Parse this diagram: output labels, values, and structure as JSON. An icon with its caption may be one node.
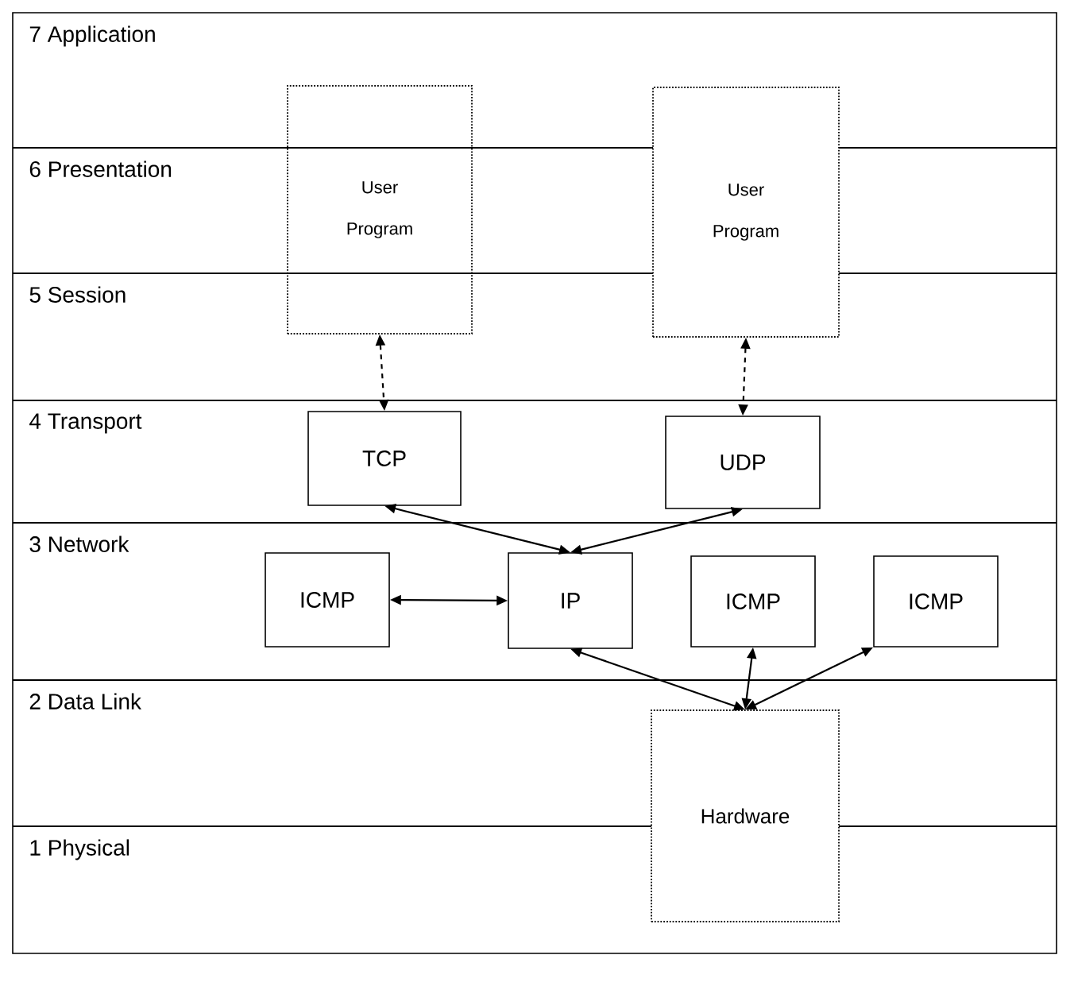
{
  "diagram": {
    "nodes": [
      {
        "text": [
          "User Program"
        ]
      },
      {
        "text": [
          "User Program"
        ]
      },
      {
        "text": [
          "TCP"
        ]
      },
      {
        "text": [
          "UDP"
        ]
      },
      {
        "text": [
          "ICMP"
        ]
      },
      {
        "text": [
          "IP"
        ]
      },
      {
        "text": [
          "ICMP"
        ]
      },
      {
        "text": [
          "ICMP"
        ]
      },
      {
        "text": [
          "Hardware"
        ]
      }
    ],
    "edges": [
      {
        "from": 0,
        "to": 2,
        "arrow": "both",
        "style": "dashed"
      },
      {
        "from": 1,
        "to": 3,
        "arrow": "both",
        "style": "dashed"
      },
      {
        "from": 2,
        "to": 5,
        "arrow": "both"
      },
      {
        "from": 3,
        "to": 5,
        "arrow": "both"
      },
      {
        "from": 4,
        "to": 5,
        "arrow": "both"
      },
      {
        "from": 5,
        "to": 8,
        "arrow": "both"
      },
      {
        "from": 6,
        "to": 8,
        "arrow": "both"
      },
      {
        "from": 7,
        "to": 8,
        "arrow": "both"
      }
    ],
    "labels": [
      "7 Application",
      "6 Presentation",
      "5 Session",
      "4 Transport",
      "3 Network",
      "2 Data Link",
      "1 Physical"
    ]
  }
}
